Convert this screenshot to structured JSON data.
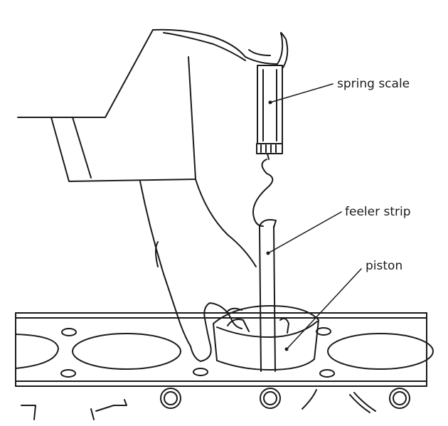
{
  "labels": {
    "spring_scale": "spring scale",
    "feeler_strip": "feeler strip",
    "piston": "piston"
  },
  "colors": {
    "ink": "#1a1a1a",
    "background": "#ffffff"
  }
}
